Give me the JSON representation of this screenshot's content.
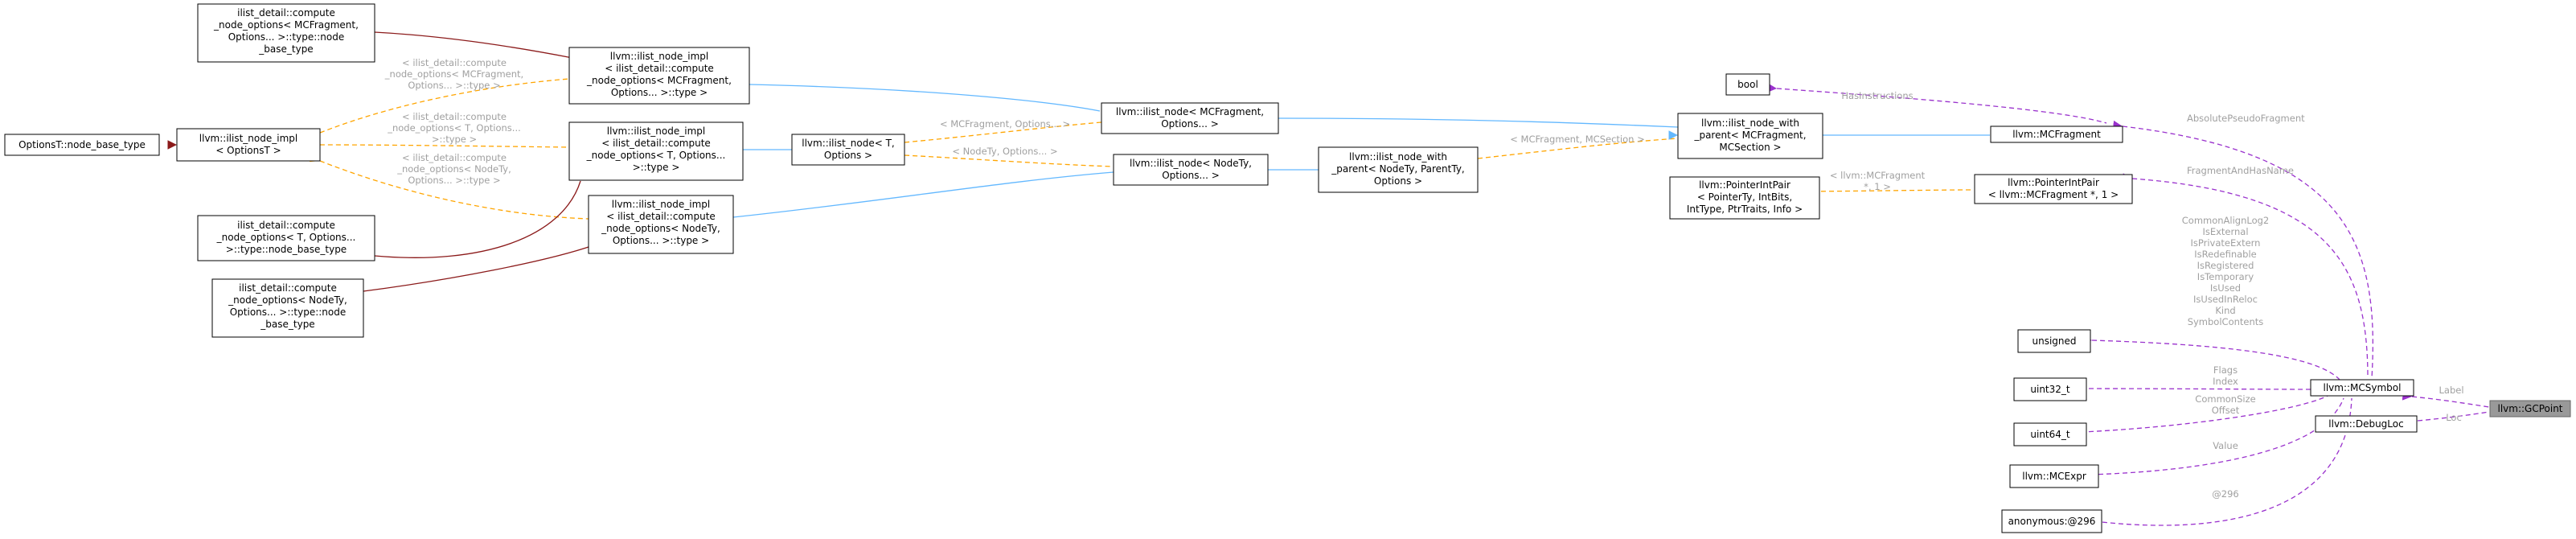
{
  "colors": {
    "inheritance": "#63b8ff",
    "private_inheritance": "#8b1a1a",
    "template_instance": "#ffa500",
    "usage": "#9a32cd",
    "label": "#a0a0a0",
    "focus_fill": "#999999"
  },
  "nodes": {
    "gcpoint": "llvm::GCPoint",
    "mcsymbol": "llvm::MCSymbol",
    "debugloc": "llvm::DebugLoc",
    "mcfragment": "llvm::MCFragment",
    "pointerintpair_frag": [
      "llvm::PointerIntPair",
      "< llvm::MCFragment *, 1 >"
    ],
    "pointerintpair_generic": [
      "llvm::PointerIntPair",
      "< PointerTy, IntBits,",
      "IntType, PtrTraits, Info >"
    ],
    "bool": "bool",
    "unsigned": "unsigned",
    "uint32": "uint32_t",
    "uint64": "uint64_t",
    "mcexpr": "llvm::MCExpr",
    "anon296": "anonymous:@296",
    "ilist_with_parent_mc": [
      "llvm::ilist_node_with",
      "_parent< MCFragment,",
      "MCSection >"
    ],
    "ilist_with_parent_generic": [
      "llvm::ilist_node_with",
      "_parent< NodeTy, ParentTy,",
      "Options >"
    ],
    "ilist_node_mc": [
      "llvm::ilist_node< MCFragment,",
      "Options... >"
    ],
    "ilist_node_nodety": [
      "llvm::ilist_node< NodeTy,",
      "Options... >"
    ],
    "ilist_node_t": [
      "llvm::ilist_node< T,",
      "Options >"
    ],
    "impl_mc": [
      "llvm::ilist_node_impl",
      "< ilist_detail::compute",
      "_node_options< MCFragment,",
      "Options... >::type >"
    ],
    "impl_t": [
      "llvm::ilist_node_impl",
      "< ilist_detail::compute",
      "_node_options< T, Options...",
      ">::type >"
    ],
    "impl_nodety": [
      "llvm::ilist_node_impl",
      "< ilist_detail::compute",
      "_node_options< NodeTy,",
      "Options... >::type >"
    ],
    "impl_optionst": [
      "llvm::ilist_node_impl",
      "< OptionsT >"
    ],
    "optionst_base": "OptionsT::node_base_type",
    "base_mc": [
      "ilist_detail::compute",
      "_node_options< MCFragment,",
      "Options... >::type::node",
      "_base_type"
    ],
    "base_t": [
      "ilist_detail::compute",
      "_node_options< T, Options...",
      ">::type::node_base_type"
    ],
    "base_nodety": [
      "ilist_detail::compute",
      "_node_options< NodeTy,",
      "Options... >::type::node",
      "_base_type"
    ]
  },
  "edge_labels": {
    "label": "Label",
    "loc": "Loc",
    "absolute_pseudo_fragment": "AbsolutePseudoFragment",
    "fragment_and_has_name": "FragmentAndHasName",
    "has_instructions": "HasInstructions",
    "symbol_fields": [
      "CommonAlignLog2",
      "IsExternal",
      "IsPrivateExtern",
      "IsRedefinable",
      "IsRegistered",
      "IsTemporary",
      "IsUsed",
      "IsUsedInReloc",
      "Kind",
      "SymbolContents"
    ],
    "uint32_fields": [
      "Flags",
      "Index"
    ],
    "uint64_fields": [
      "CommonSize",
      "Offset"
    ],
    "value": "Value",
    "anon": "@296",
    "pip_template": [
      "< llvm::MCFragment",
      "*, 1 >"
    ],
    "with_parent_template": "< MCFragment, MCSection >",
    "ilist_mc_template": "< MCFragment, Options... >",
    "ilist_nodety_template": "< NodeTy, Options... >",
    "impl_mc_template": [
      "< ilist_detail::compute",
      "_node_options< MCFragment,",
      "Options... >::type >"
    ],
    "impl_t_template": [
      "< ilist_detail::compute",
      "_node_options< T, Options...",
      ">::type >"
    ],
    "impl_nodety_template": [
      "< ilist_detail::compute",
      "_node_options< NodeTy,",
      "Options... >::type >"
    ]
  }
}
